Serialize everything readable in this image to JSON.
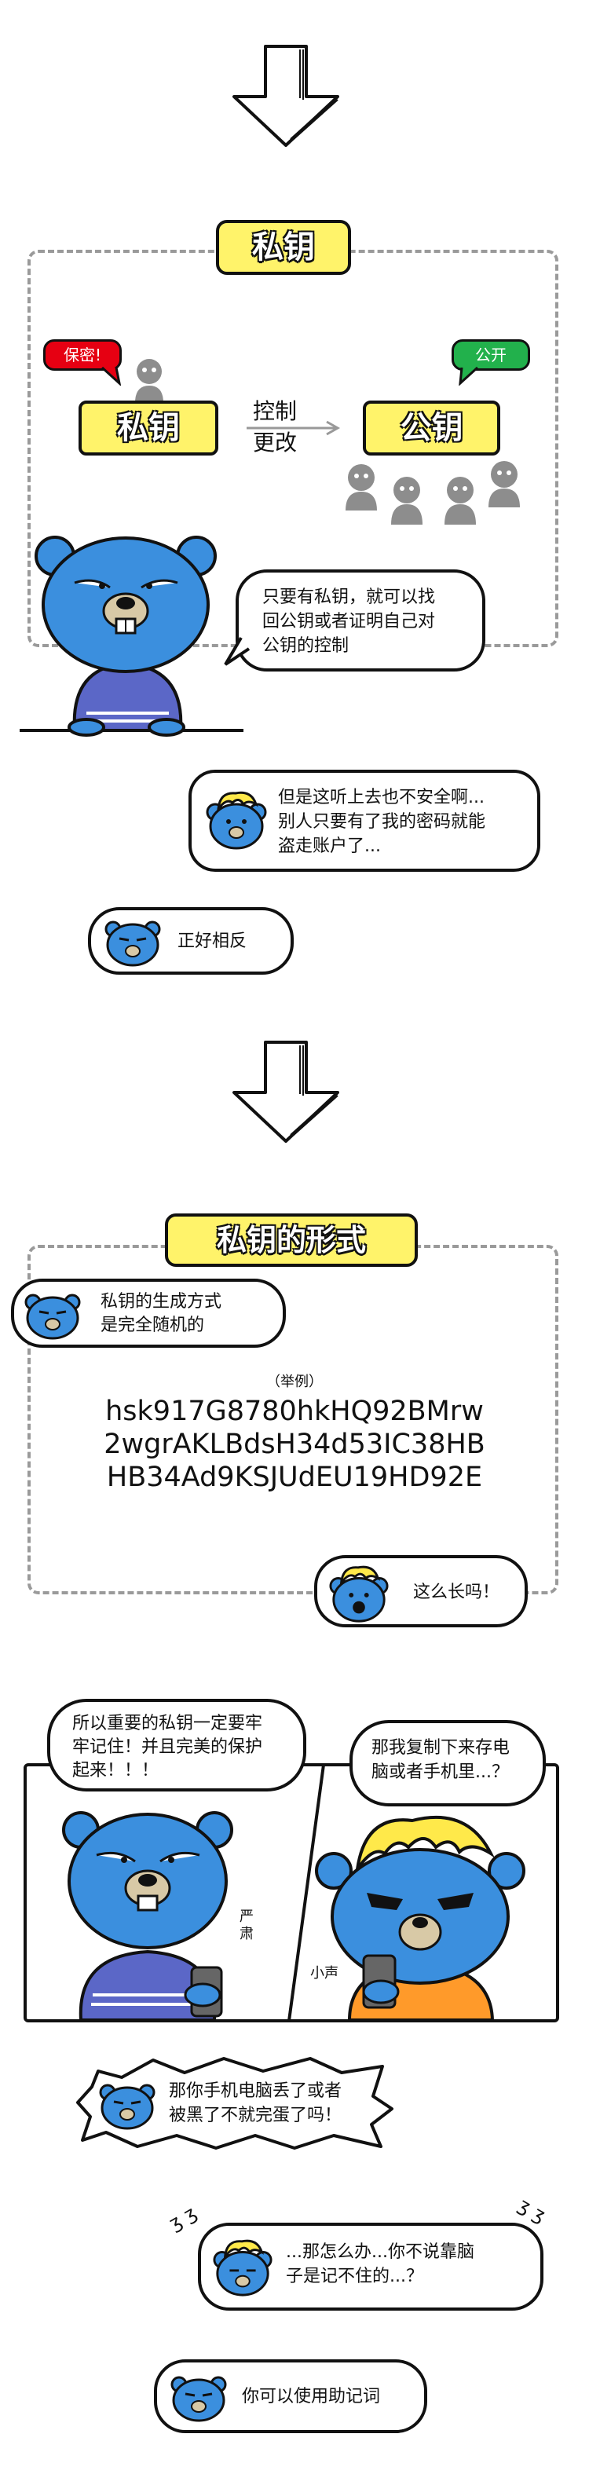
{
  "section1": {
    "title": "私钥",
    "private_key_label": "私钥",
    "public_key_label": "公钥",
    "secret_badge": "保密!",
    "public_badge": "公开",
    "arrow_label_line1": "控制",
    "arrow_label_line2": "更改",
    "bubble_line1": "只要有私钥，就可以找",
    "bubble_line2": "回公钥或者证明自己对",
    "bubble_line3": "公钥的控制"
  },
  "dialog1": {
    "line1": "但是这听上去也不安全啊...",
    "line2": "别人只要有了我的密码就能",
    "line3": "盗走账户了..."
  },
  "dialog2": "正好相反",
  "section2": {
    "title": "私钥的形式",
    "intro_line1": "私钥的生成方式",
    "intro_line2": "是完全随机的",
    "example_label": "（举例）",
    "key_line1": "hsk917G8780hkHQ92BMrw",
    "key_line2": "2wgrAKLBdsH34d53IC38HB",
    "key_line3": "HB34Ad9KSJUdEU19HD92E",
    "reply": "这么长吗！"
  },
  "panel": {
    "left_bubble_line1": "所以重要的私钥一定要牢",
    "left_bubble_line2": "牢记住！并且完美的保护",
    "left_bubble_line3": "起来！！！",
    "right_bubble_line1": "那我复制下来存电",
    "right_bubble_line2": "脑或者手机里...？",
    "side_note_serious": "严肃",
    "side_note_whisper": "小声"
  },
  "dialog3": {
    "line1": "那你手机电脑丢了或者",
    "line2": "被黑了不就完蛋了吗！"
  },
  "dialog4": {
    "line1": "...那怎么办...你不说靠脑",
    "line2": "子是记不住的...？"
  },
  "dialog5": "你可以使用助记词",
  "colors": {
    "bear_blue": "#3b8fde",
    "key_yellow": "#fff36a",
    "badge_red": "#e60012",
    "badge_green": "#22b14c",
    "dash_gray": "#9a9a9a",
    "hair_yellow": "#ffe94a"
  }
}
